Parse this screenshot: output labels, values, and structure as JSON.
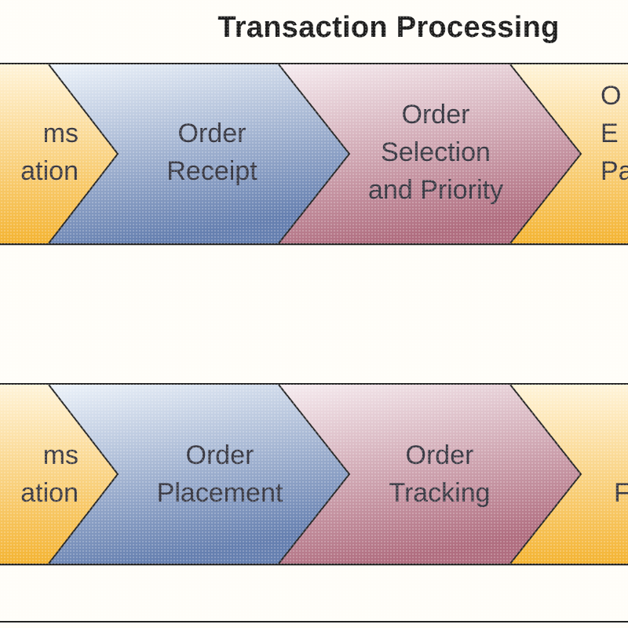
{
  "title": "Transaction Processing",
  "colors": {
    "gold_light": "#fff1cf",
    "gold": "#f6b93a",
    "blue_light": "#e6eff8",
    "blue": "#6f88b4",
    "rose_light": "#f2e6ec",
    "rose": "#b87888",
    "outline": "#222222"
  },
  "rows": [
    {
      "steps": [
        {
          "lines": [
            "ms",
            "ation"
          ]
        },
        {
          "lines": [
            "Order",
            "Receipt"
          ]
        },
        {
          "lines": [
            "Order",
            "Selection",
            "and Priority"
          ]
        },
        {
          "lines": [
            "O",
            "E",
            "Pa"
          ]
        }
      ]
    },
    {
      "steps": [
        {
          "lines": [
            "ms",
            "ation"
          ]
        },
        {
          "lines": [
            "Order",
            "Placement"
          ]
        },
        {
          "lines": [
            "Order",
            "Tracking"
          ]
        },
        {
          "lines": [
            "F"
          ]
        }
      ]
    }
  ]
}
